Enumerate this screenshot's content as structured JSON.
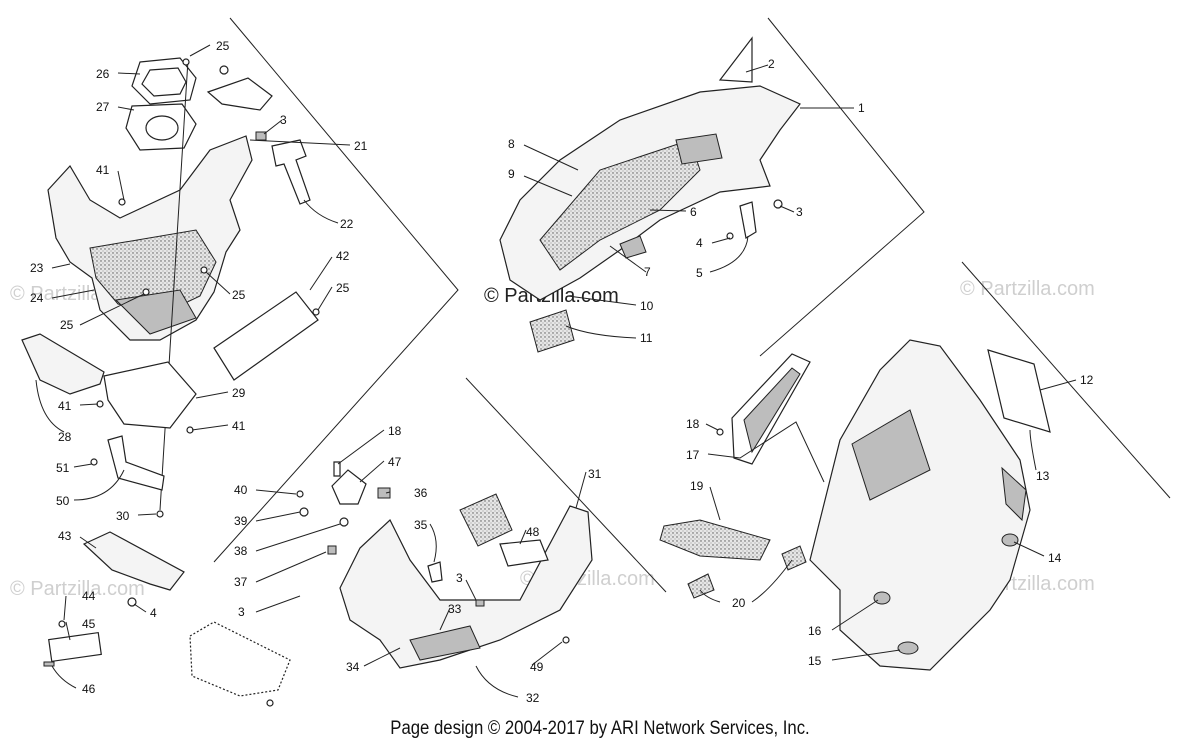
{
  "watermark": "© Partzilla.com",
  "footer": "Page design © 2004-2017 by ARI Network Services, Inc.",
  "labels": {
    "l1": "1",
    "l2": "2",
    "l3a": "3",
    "l3b": "3",
    "l3c": "3",
    "l3d": "3",
    "l4a": "4",
    "l4b": "4",
    "l5": "5",
    "l6": "6",
    "l7": "7",
    "l8": "8",
    "l9": "9",
    "l10": "10",
    "l11": "11",
    "l12": "12",
    "l13": "13",
    "l14": "14",
    "l15": "15",
    "l16": "16",
    "l17": "17",
    "l18a": "18",
    "l18b": "18",
    "l19": "19",
    "l20": "20",
    "l21": "21",
    "l22": "22",
    "l23": "23",
    "l24": "24",
    "l25a": "25",
    "l25b": "25",
    "l25c": "25",
    "l25d": "25",
    "l26": "26",
    "l27": "27",
    "l28": "28",
    "l29": "29",
    "l30": "30",
    "l31": "31",
    "l32": "32",
    "l33": "33",
    "l34": "34",
    "l35": "35",
    "l36": "36",
    "l37": "37",
    "l38": "38",
    "l39": "39",
    "l40": "40",
    "l41a": "41",
    "l41b": "41",
    "l41c": "41",
    "l42": "42",
    "l43": "43",
    "l44": "44",
    "l45": "45",
    "l46": "46",
    "l47": "47",
    "l48": "48",
    "l49": "49",
    "l50": "50",
    "l51": "51"
  }
}
